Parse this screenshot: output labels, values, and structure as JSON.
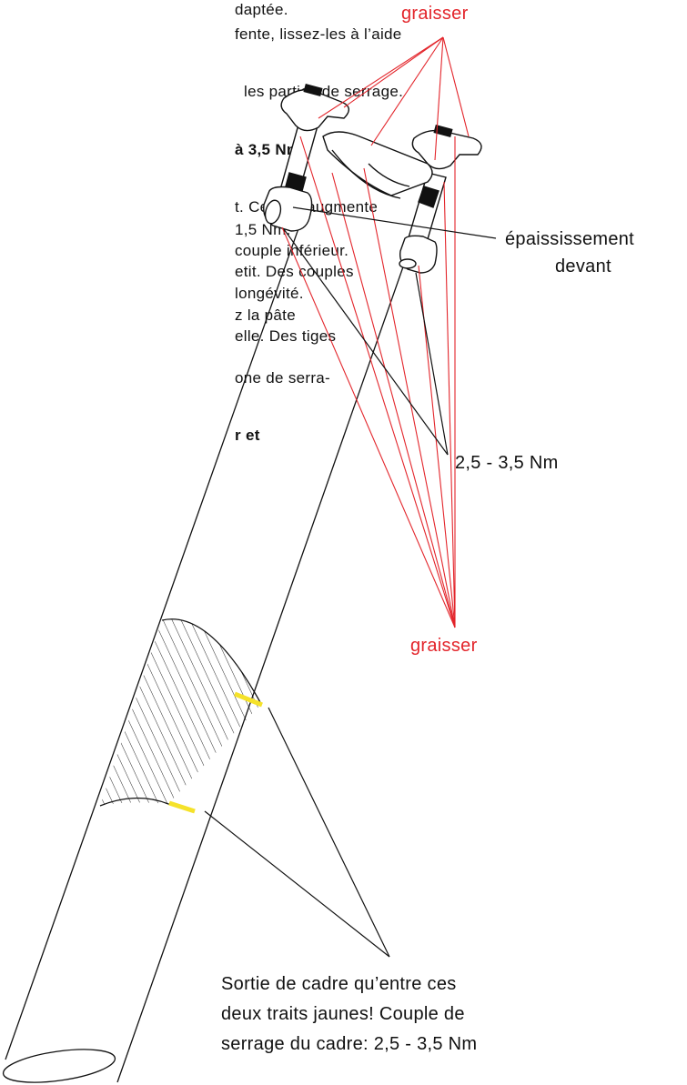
{
  "left_text": [
    {
      "text": "daptée.",
      "bold": false
    },
    {
      "text": "fente, lissez-les à l’aide",
      "bold": false
    },
    {
      "text": "les parties de serrage.",
      "bold": false
    },
    {
      "text": "à 3,5 Nm",
      "bold": true
    },
    {
      "text": "t. Celle-ci augmente",
      "bold": false
    },
    {
      "text": "1,5 Nm.",
      "bold": false
    },
    {
      "text": "couple inférieur.",
      "bold": false
    },
    {
      "text": "etit. Des couples",
      "bold": false
    },
    {
      "text": "longévité.",
      "bold": false
    },
    {
      "text": "z la pâte",
      "bold": false
    },
    {
      "text": "elle. Des tiges",
      "bold": false
    },
    {
      "text": "one de serra-",
      "bold": false
    },
    {
      "text": "r et",
      "bold": true
    }
  ],
  "labels": {
    "grease_top": "graisser",
    "grease_bottom": "graisser",
    "thickening_line1": "épaississement",
    "thickening_line2": "devant",
    "torque_clamp": "2,5 - 3,5 Nm",
    "frame_note_line1": "Sortie de cadre qu’entre ces",
    "frame_note_line2": "deux traits jaunes! Couple de",
    "frame_note_line3": "serrage du cadre: 2,5 - 3,5 Nm"
  },
  "colors": {
    "grease_lines": "#e3252b",
    "insertion_marks": "#f5e22a",
    "drawing": "#111111"
  }
}
